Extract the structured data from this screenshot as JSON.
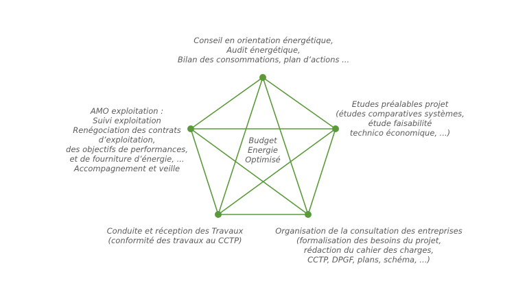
{
  "colors": {
    "line": "#5b9a3a",
    "node": "#5b9a3a",
    "text": "#5a5a5a"
  },
  "center": {
    "lines": [
      "Budget",
      "Energie",
      "Optimisé"
    ]
  },
  "nodes": {
    "top": {
      "lines": [
        "Conseil en orientation énergétique,",
        "Audit énergétique,",
        "Bilan des consommations, plan d’actions ..."
      ]
    },
    "right": {
      "lines": [
        "Etudes préalables  projet",
        "(études comparatives systèmes,",
        "étude faisabilité",
        "technico économique, ...)"
      ]
    },
    "bottom_right": {
      "lines": [
        "Organisation de la consultation des entreprises",
        "(formalisation des besoins du projet,",
        "rédaction du cahier des charges,",
        "CCTP, DPGF, plans, schéma, ...)"
      ]
    },
    "bottom_left": {
      "lines": [
        "Conduite et réception des Travaux",
        "(conformité des travaux au CCTP)"
      ]
    },
    "left": {
      "lines": [
        "AMO exploitation :",
        "Suivi exploitation",
        "Renégociation des contrats",
        "d’exploitation,",
        "des objectifs de performances,",
        "et de fourniture d’énergie, ...",
        "Accompagnement et veille"
      ]
    }
  }
}
